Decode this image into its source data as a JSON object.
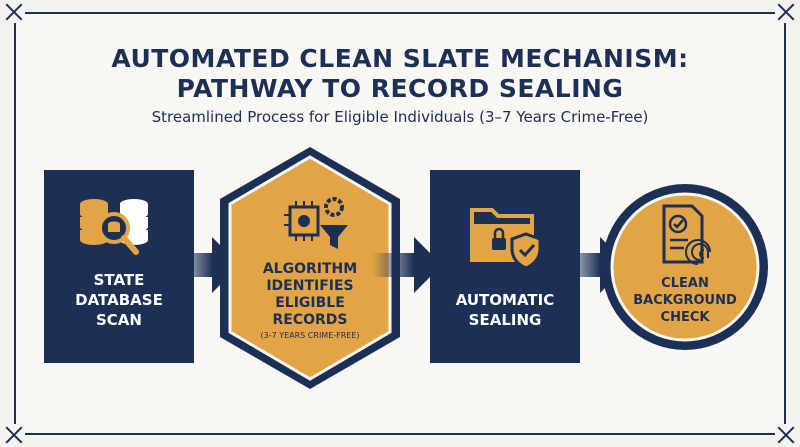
{
  "title_line1": "AUTOMATED CLEAN SLATE MECHANISM:",
  "title_line2": "PATHWAY TO RECORD SEALING",
  "subtitle": "Streamlined Process for Eligible Individuals (3–7 Years Crime-Free)",
  "steps": [
    {
      "lines": [
        "STATE",
        "DATABASE",
        "SCAN"
      ],
      "icon": "database-search-icon"
    },
    {
      "lines": [
        "ALGORITHM",
        "IDENTIFIES",
        "ELIGIBLE",
        "RECORDS"
      ],
      "note": "(3-7 Years Crime-Free)",
      "icon": "processor-gear-filter-icon"
    },
    {
      "lines": [
        "AUTOMATIC",
        "SEALING"
      ],
      "icon": "locked-folder-shield-icon"
    },
    {
      "lines": [
        "CLEAN",
        "BACKGROUND",
        "CHECK"
      ],
      "icon": "checked-document-fingerprint-icon"
    }
  ],
  "colors": {
    "navy": "#1c2f55",
    "gold": "#e3a445",
    "background": "#f4f3f0"
  }
}
